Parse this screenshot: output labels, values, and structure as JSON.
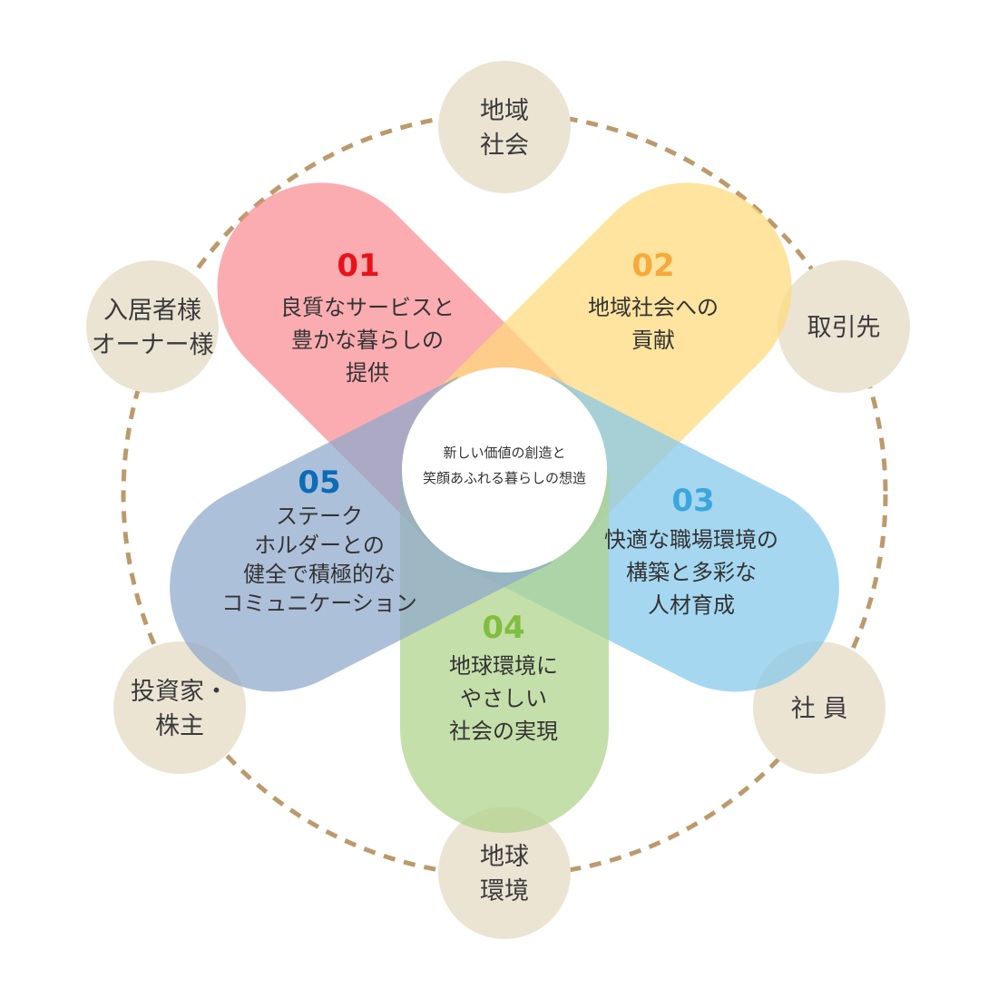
{
  "colors": {
    "ring": "#bc9a6c",
    "node_fill": "#ebe4d3",
    "label_text": "#3b3b3b",
    "center_fill": "#ffffff"
  },
  "center": {
    "lines": [
      "新しい価値の創造と",
      "笑顔あふれる暮らしの想造"
    ]
  },
  "stakeholders": [
    {
      "id": "community",
      "lines": [
        "地域",
        "社会"
      ]
    },
    {
      "id": "partners",
      "lines": [
        "取引先"
      ]
    },
    {
      "id": "employees",
      "lines": [
        "社 員"
      ]
    },
    {
      "id": "environment",
      "lines": [
        "地球",
        "環境"
      ]
    },
    {
      "id": "investors",
      "lines": [
        "投資家・",
        "株主"
      ]
    },
    {
      "id": "residents",
      "lines": [
        "入居者様",
        "オーナー様"
      ]
    }
  ],
  "petals": [
    {
      "number": "01",
      "number_color": "#e8121b",
      "fill": "#f98c92",
      "lines": [
        "良質なサービスと",
        "豊かな暮らしの",
        "提供"
      ]
    },
    {
      "number": "02",
      "number_color": "#f7a93c",
      "fill": "#fed97a",
      "lines": [
        "地域社会への",
        "貢献"
      ]
    },
    {
      "number": "03",
      "number_color": "#3aa7dd",
      "fill": "#84c8ea",
      "lines": [
        "快適な職場環境の",
        "構築と多彩な",
        "人材育成"
      ]
    },
    {
      "number": "04",
      "number_color": "#80bf3e",
      "fill": "#aed38b",
      "lines": [
        "地球環境に",
        "やさしい",
        "社会の実現"
      ]
    },
    {
      "number": "05",
      "number_color": "#0b6cb8",
      "fill": "#8da7cc",
      "lines": [
        "ステーク",
        "ホルダーとの",
        "健全で積極的な",
        "コミュニケーション"
      ]
    }
  ]
}
